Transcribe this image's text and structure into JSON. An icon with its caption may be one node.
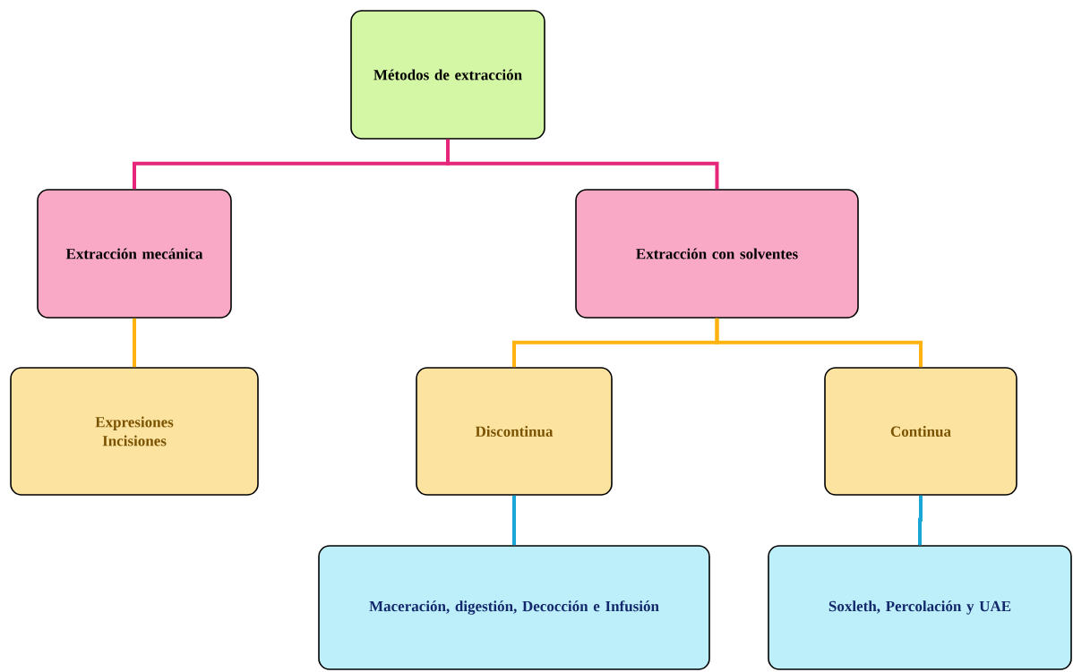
{
  "diagram": {
    "nodes": [
      {
        "text": [
          "Métodos de extracción"
        ]
      },
      {
        "text": [
          "Extracción mecánica"
        ]
      },
      {
        "text": [
          "Extracción con solventes"
        ]
      },
      {
        "text": [
          "Expresiones",
          "Incisiones"
        ]
      },
      {
        "text": [
          "Discontinua"
        ]
      },
      {
        "text": [
          "Continua"
        ]
      },
      {
        "text": [
          "Maceración, digestión, Decocción e Infusión"
        ]
      },
      {
        "text": [
          "Soxleth, Percolación y UAE"
        ]
      }
    ],
    "edges": [
      {
        "from": 0,
        "to": 1,
        "arrow": "none",
        "color": "#e5267a"
      },
      {
        "from": 0,
        "to": 2,
        "arrow": "none",
        "color": "#e5267a"
      },
      {
        "from": 1,
        "to": 3,
        "arrow": "none",
        "color": "#ffb310"
      },
      {
        "from": 2,
        "to": 4,
        "arrow": "none",
        "color": "#ffb310"
      },
      {
        "from": 2,
        "to": 5,
        "arrow": "none",
        "color": "#ffb310"
      },
      {
        "from": 4,
        "to": 6,
        "arrow": "none",
        "color": "#1aa7d8"
      },
      {
        "from": 5,
        "to": 7,
        "arrow": "none",
        "color": "#1aa7d8"
      }
    ]
  }
}
